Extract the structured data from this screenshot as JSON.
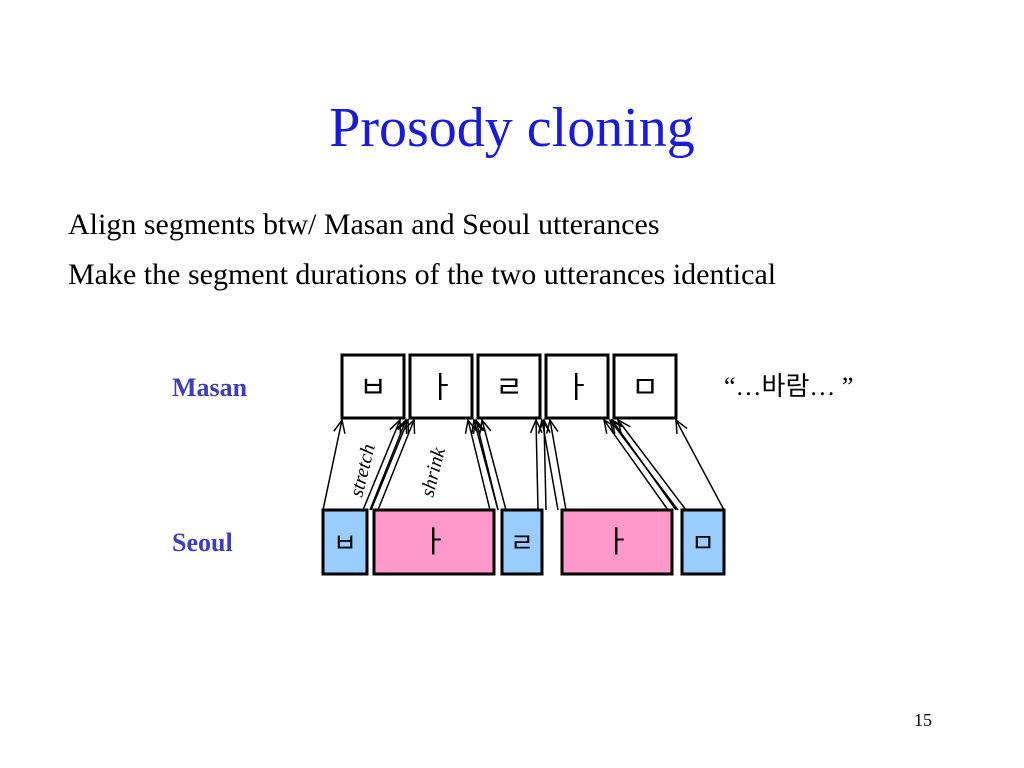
{
  "slide": {
    "title": "Prosody cloning",
    "bullets": [
      "Align segments btw/ Masan and Seoul utterances",
      "Make the segment durations of the two utterances identical"
    ],
    "page_number": "15"
  },
  "diagram": {
    "masan_label": "Masan",
    "seoul_label": "Seoul",
    "quote": "“…바람… ”",
    "stretch_label": "stretch",
    "shrink_label": "shrink",
    "masan_segments": [
      "ㅂ",
      "ㅏ",
      "ㄹ",
      "ㅏ",
      "ㅁ"
    ],
    "seoul_segments": [
      "ㅂ",
      "ㅏ",
      "ㄹ",
      "ㅏ",
      "ㅁ"
    ],
    "consonant_color": "#99ccff",
    "vowel_color": "#ff99cc"
  }
}
